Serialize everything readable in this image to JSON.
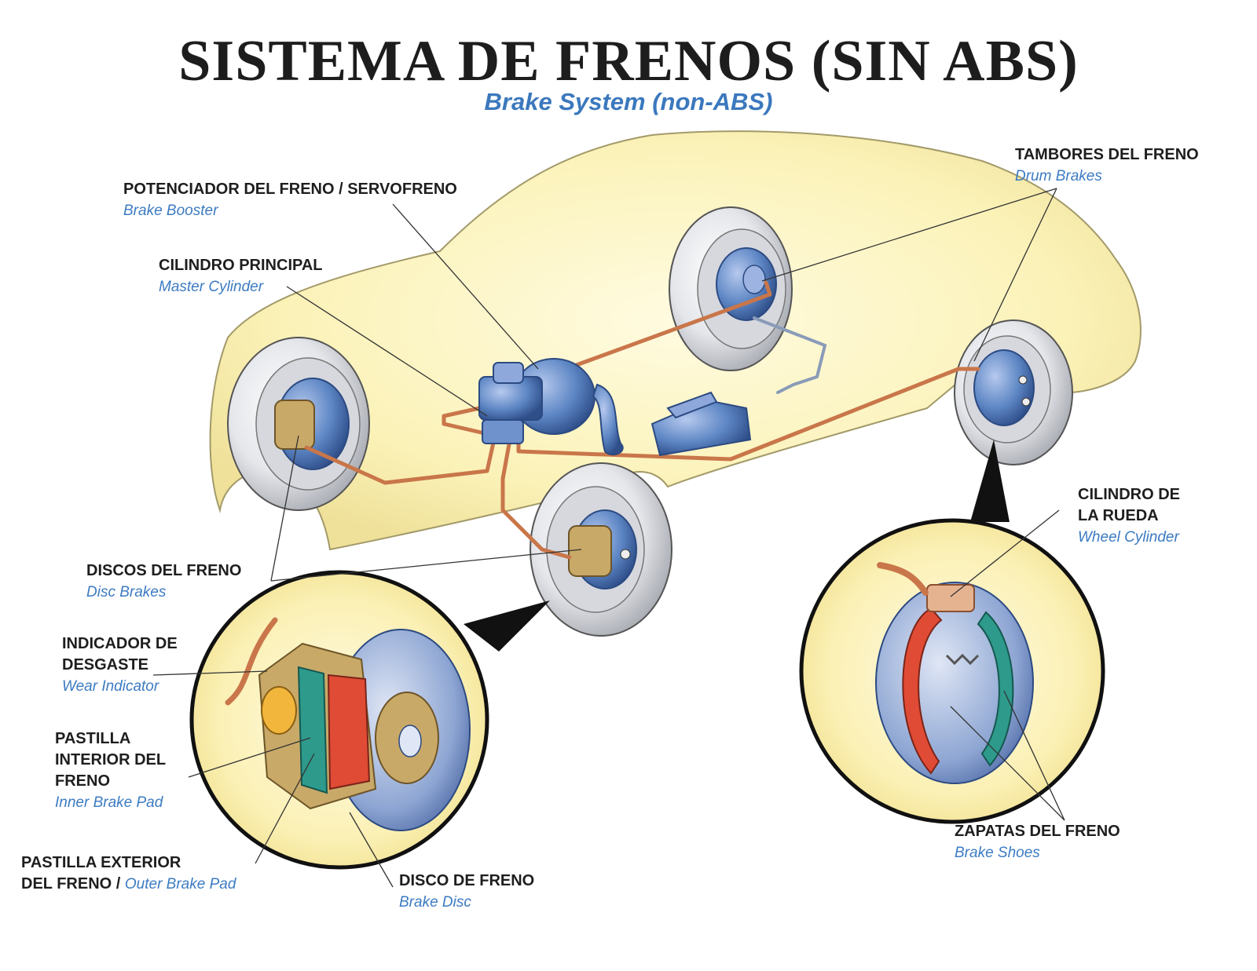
{
  "title": "SISTEMA DE FRENOS (SIN ABS)",
  "subtitle": "Brake System (non-ABS)",
  "labels": {
    "brake_booster": {
      "es": "POTENCIADOR DEL FRENO / SERVOFRENO",
      "en": "Brake Booster"
    },
    "master_cylinder": {
      "es": "CILINDRO PRINCIPAL",
      "en": "Master Cylinder"
    },
    "drum_brakes": {
      "es": "TAMBORES DEL FRENO",
      "en": "Drum Brakes"
    },
    "disc_brakes": {
      "es": "DISCOS DEL FRENO",
      "en": "Disc Brakes"
    },
    "wear_indicator": {
      "es1": "INDICADOR DE",
      "es2": "DESGASTE",
      "en": "Wear Indicator"
    },
    "inner_pad": {
      "es1": "PASTILLA",
      "es2": "INTERIOR DEL",
      "es3": "FRENO",
      "en": "Inner Brake Pad"
    },
    "outer_pad": {
      "es1": "PASTILLA EXTERIOR",
      "es2": "DEL FRENO /",
      "en": "Outer Brake Pad"
    },
    "brake_disc": {
      "es": "DISCO DE FRENO",
      "en": "Brake Disc"
    },
    "wheel_cylinder": {
      "es1": "CILINDRO DE",
      "es2": "LA RUEDA",
      "en": "Wheel Cylinder"
    },
    "brake_shoes": {
      "es": "ZAPATAS DEL FRENO",
      "en": "Brake Shoes"
    }
  },
  "colors": {
    "car_body": "#fbf2b8",
    "brake_line": "#c9764a",
    "component_blue": "#5d86c4",
    "tire": "#e9eaee",
    "pad_red": "#e04b35",
    "pad_teal": "#2e9a8c",
    "caliper": "#c9a968"
  }
}
